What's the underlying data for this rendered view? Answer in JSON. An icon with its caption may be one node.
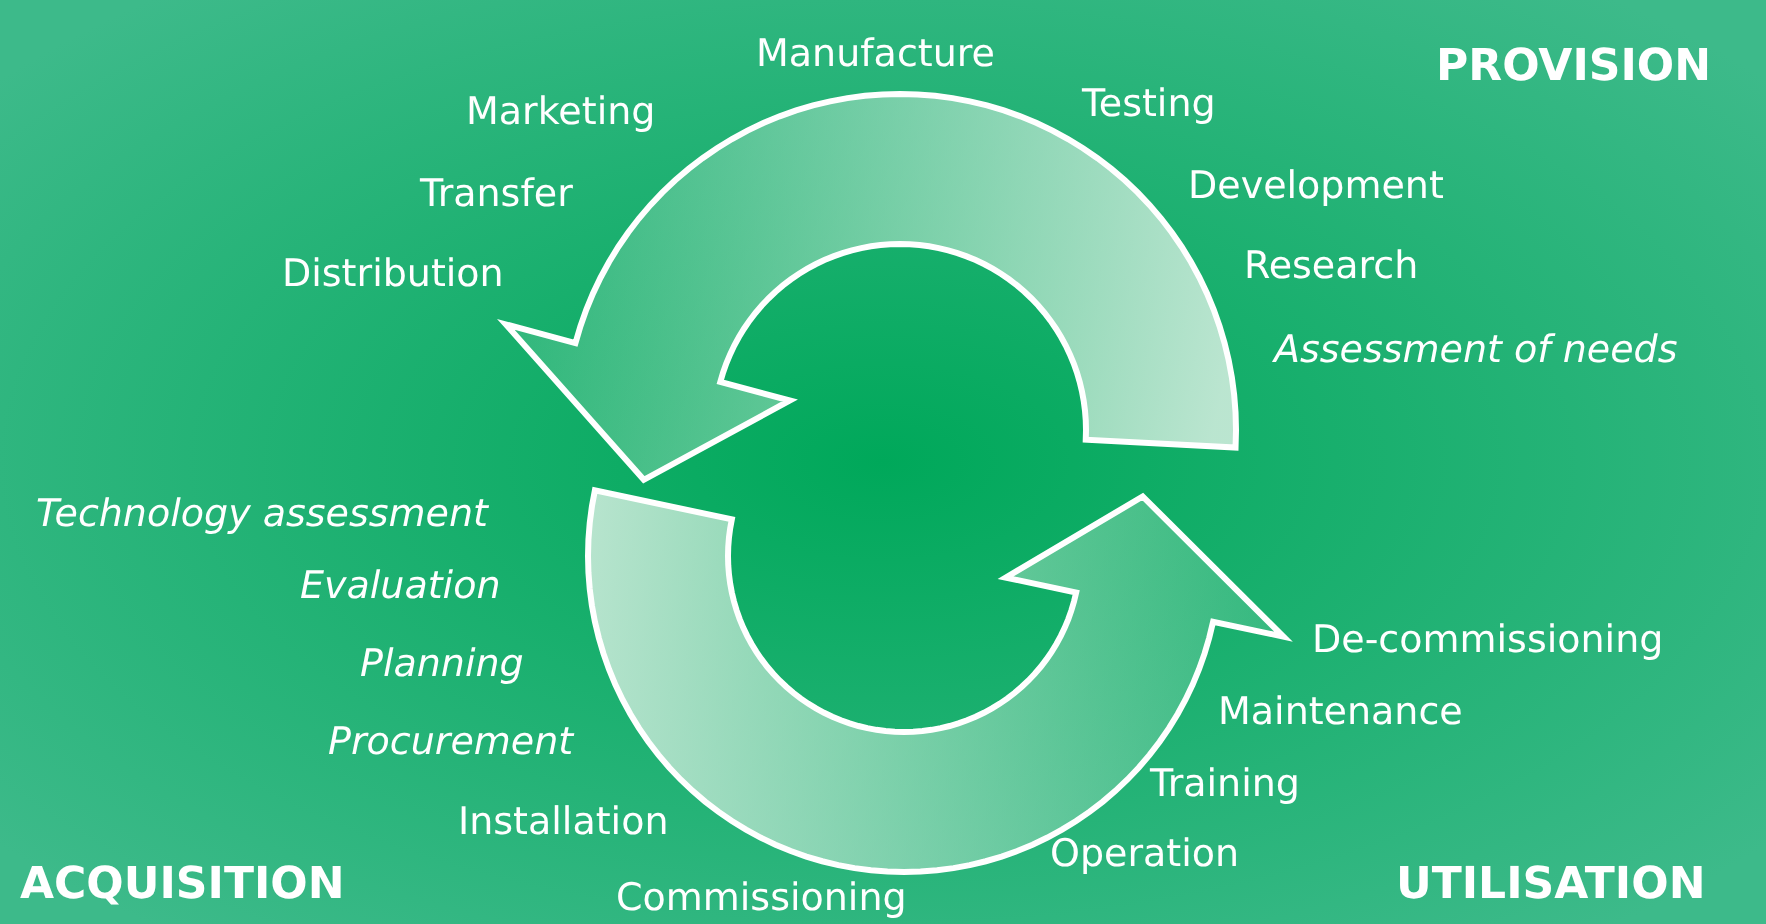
{
  "diagram": {
    "labels": [
      "Manufacture",
      "PROVISION",
      "Marketing",
      "Testing",
      "Transfer",
      "Development",
      "Distribution",
      "Research",
      "Assessment of needs",
      "Technology assessment",
      "Evaluation",
      "Planning",
      "De-commissioning",
      "Maintenance",
      "Procurement",
      "Training",
      "Installation",
      "Operation",
      "ACQUISITION",
      "Commissioning",
      "UTILISATION"
    ]
  }
}
